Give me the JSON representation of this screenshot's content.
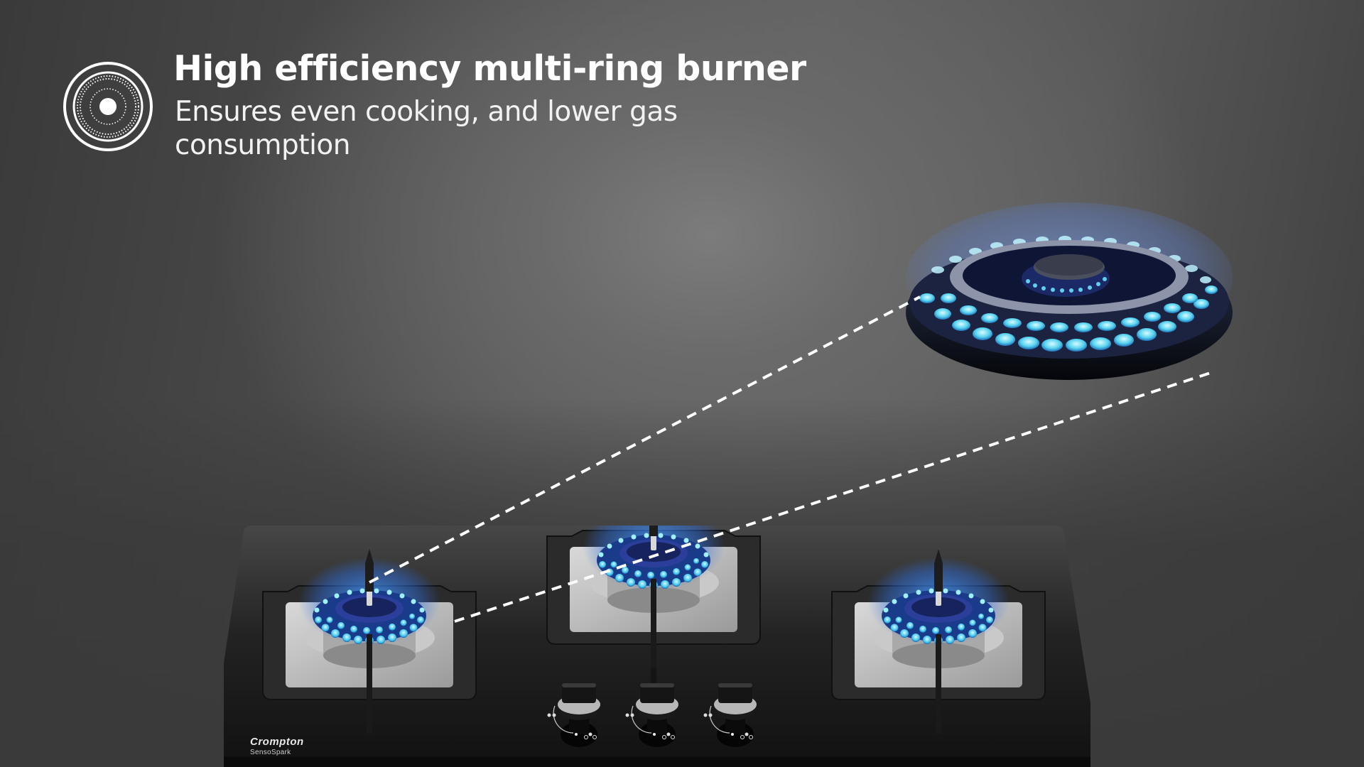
{
  "feature": {
    "icon": "multi-ring-burner-icon",
    "title": "High efficiency multi-ring burner",
    "subtitle_line1": "Ensures even cooking, and lower gas",
    "subtitle_line2": "consumption"
  },
  "product": {
    "brand": "Crompton",
    "model_line": "SensoSpark",
    "burner_count": 3,
    "knob_count": 3,
    "flame_color": "#3fa9ff",
    "flame_core_color": "#8ee7ff"
  },
  "colors": {
    "background_dark": "#3a3a3a",
    "background_light": "#7c7c7c",
    "glass_top": "#1c1c1c",
    "text": "#ffffff"
  }
}
